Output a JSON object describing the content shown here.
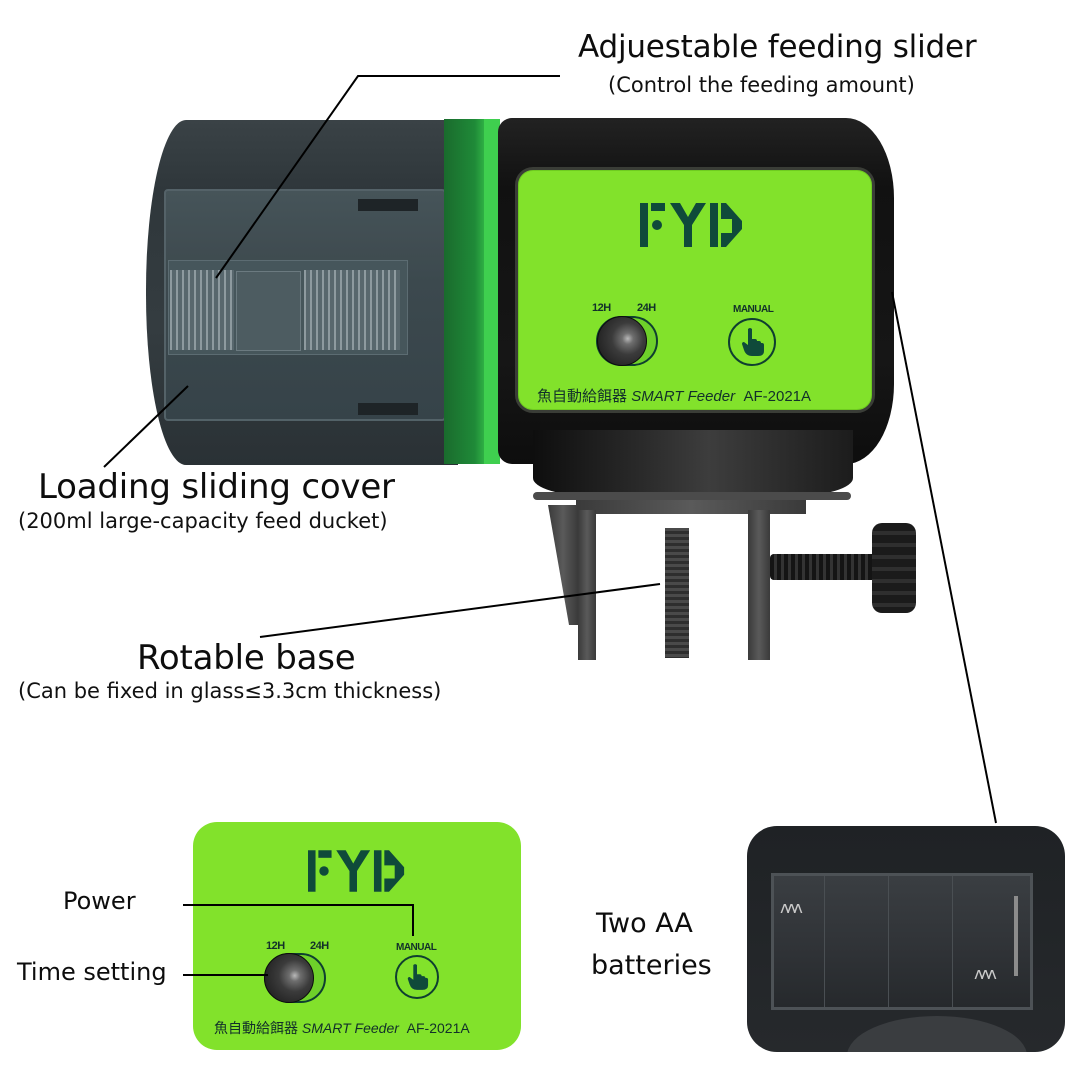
{
  "callouts": {
    "feeding_slider": {
      "title": "Adjuestable feeding slider",
      "subtitle": "(Control the feeding amount)"
    },
    "loading_cover": {
      "title": "Loading sliding cover",
      "subtitle": "(200ml large-capacity feed ducket)"
    },
    "rotable_base": {
      "title": "Rotable base",
      "subtitle": "(Can be fixed in glass≤3.3cm thickness)"
    },
    "power": {
      "title": "Power"
    },
    "time_setting": {
      "title": "Time setting"
    },
    "batteries": {
      "line1": "Two AA",
      "line2": "batteries"
    }
  },
  "device": {
    "brand_logo": "FYD",
    "toggle": {
      "left_label": "12H",
      "right_label": "24H",
      "position": "12H"
    },
    "manual_button": {
      "label": "MANUAL",
      "icon": "pointing-hand-icon"
    },
    "brand_line": {
      "chinese": "魚自動給餌器",
      "product": "SMART Feeder",
      "model": "AF-2021A"
    }
  },
  "colors": {
    "panel_green": "#82e22b",
    "accent_ring_green": "#2fae41",
    "logo_dark_green": "#0f4a3a",
    "body_black": "#141414",
    "hopper_grey": "#343c40"
  }
}
